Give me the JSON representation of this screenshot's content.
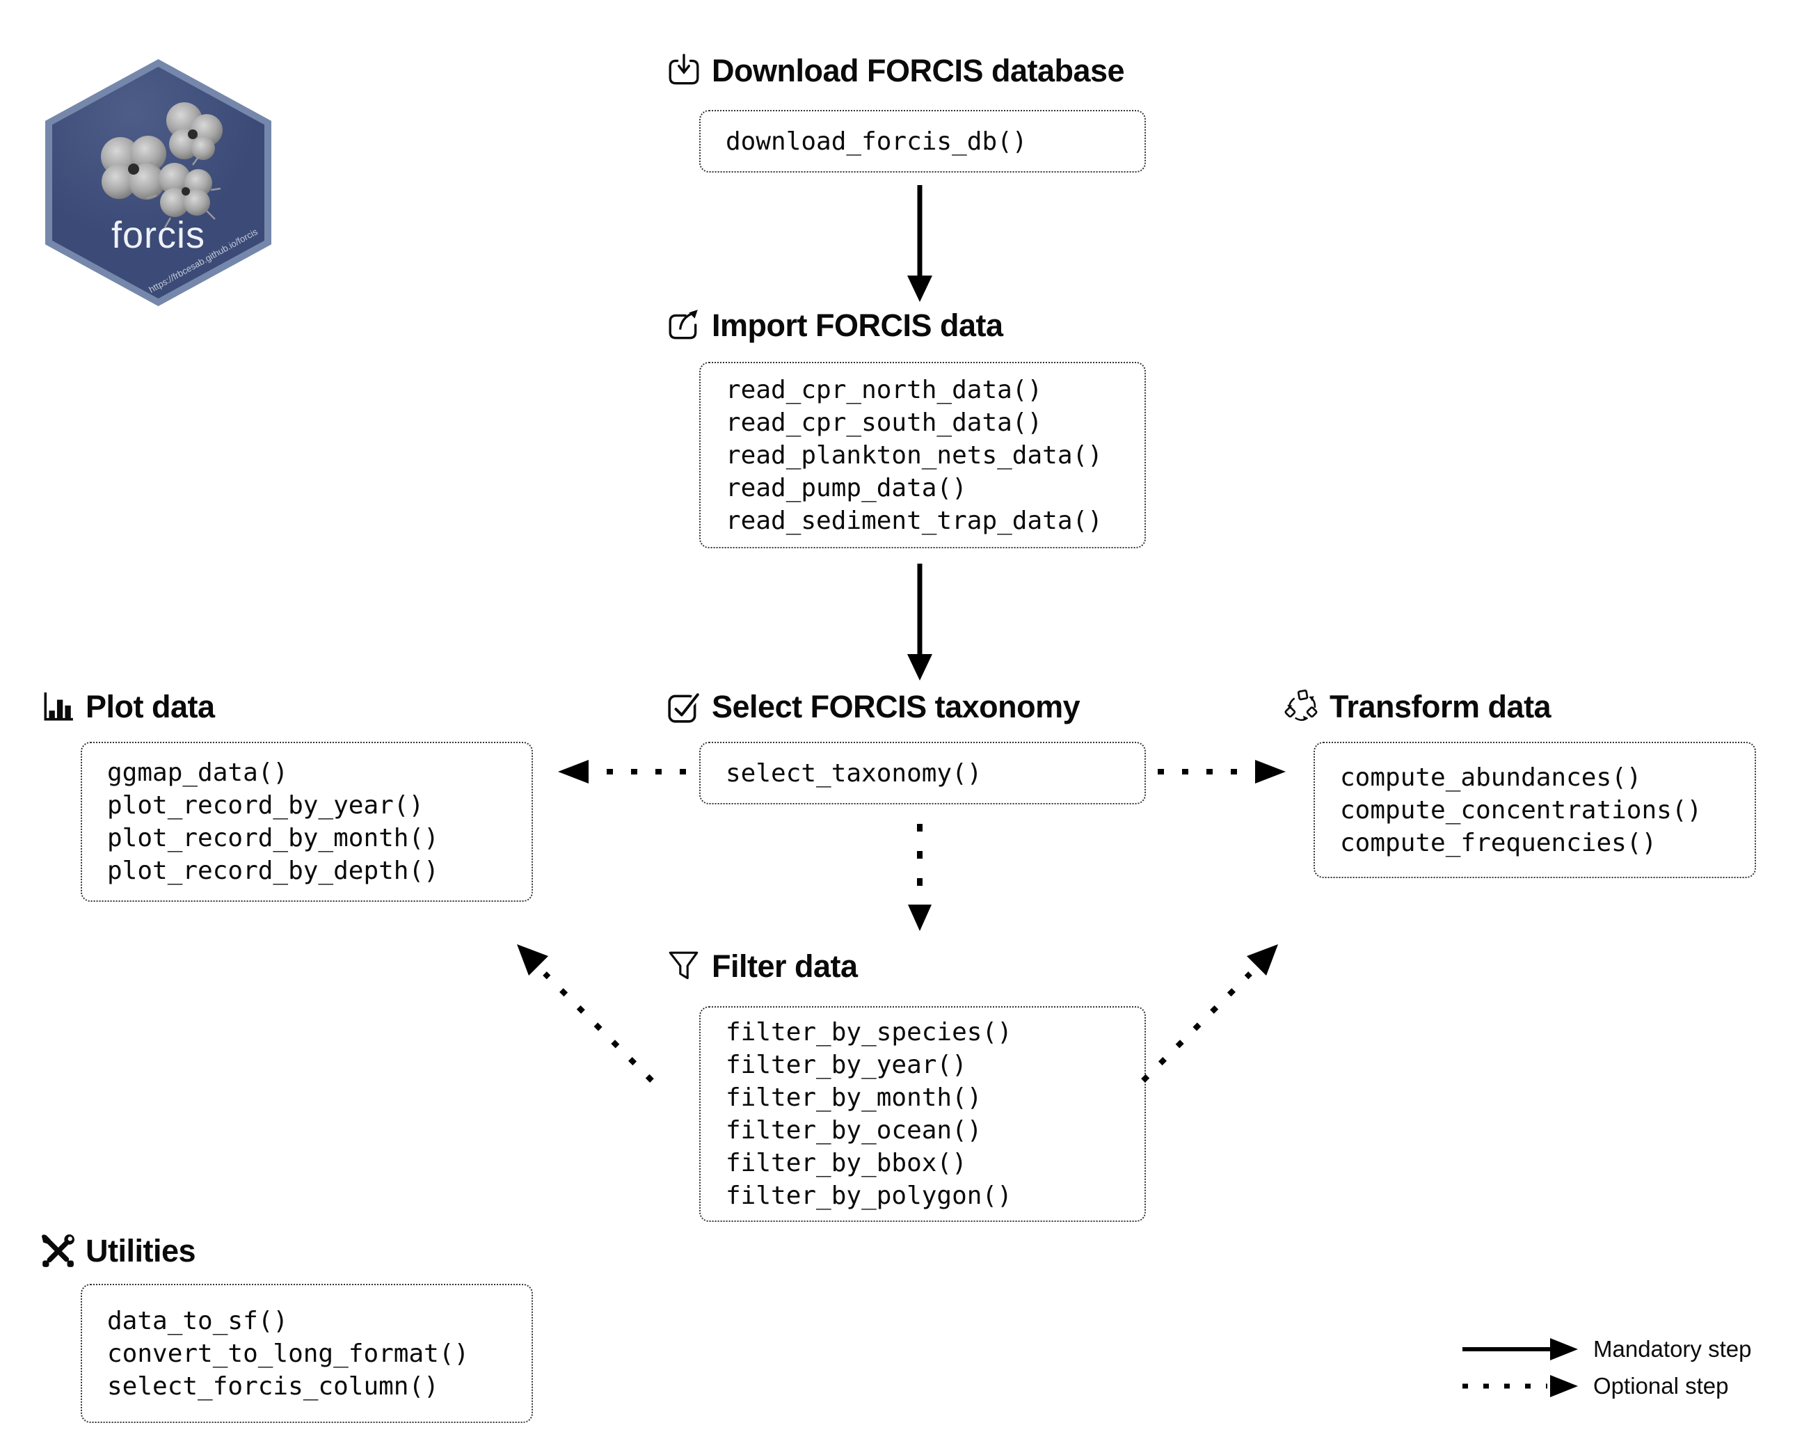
{
  "logo": {
    "text": "forcis",
    "url": "https://frbcesab.github.io/forcis",
    "bg_color": "#3b4a76",
    "border_color": "#7588ab"
  },
  "sections": {
    "download": {
      "title": "Download FORCIS database",
      "icon": "download-tray-icon",
      "functions": [
        "download_forcis_db()"
      ]
    },
    "import": {
      "title": "Import FORCIS data",
      "icon": "export-arrow-icon",
      "functions": [
        "read_cpr_north_data()",
        "read_cpr_south_data()",
        "read_plankton_nets_data()",
        "read_pump_data()",
        "read_sediment_trap_data()"
      ]
    },
    "select": {
      "title": "Select FORCIS taxonomy",
      "icon": "checkbox-icon",
      "functions": [
        "select_taxonomy()"
      ]
    },
    "plot": {
      "title": "Plot data",
      "icon": "bar-chart-icon",
      "functions": [
        "ggmap_data()",
        "plot_record_by_year()",
        "plot_record_by_month()",
        "plot_record_by_depth()"
      ]
    },
    "transform": {
      "title": "Transform data",
      "icon": "recycle-icon",
      "functions": [
        "compute_abundances()",
        "compute_concentrations()",
        "compute_frequencies()"
      ]
    },
    "filter": {
      "title": "Filter data",
      "icon": "funnel-icon",
      "functions": [
        "filter_by_species()",
        "filter_by_year()",
        "filter_by_month()",
        "filter_by_ocean()",
        "filter_by_bbox()",
        "filter_by_polygon()"
      ]
    },
    "utilities": {
      "title": "Utilities",
      "icon": "tools-icon",
      "functions": [
        "data_to_sf()",
        "convert_to_long_format()",
        "select_forcis_column()"
      ]
    }
  },
  "legend": {
    "mandatory_label": "Mandatory step",
    "optional_label": "Optional step"
  },
  "arrow_color": "#000000"
}
